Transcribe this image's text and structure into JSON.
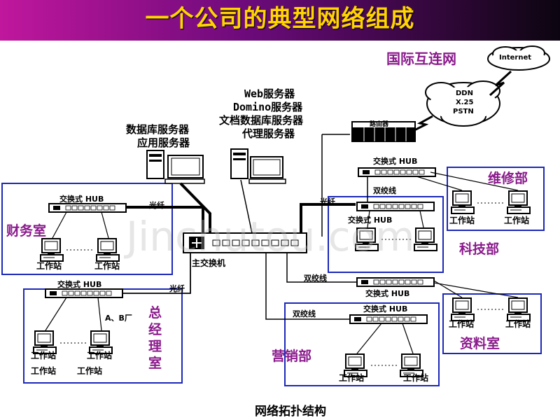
{
  "title": "一个公司的典型网络组成",
  "caption": "网络拓扑结构",
  "watermark": "Jinchutou.com",
  "internet": {
    "label": "国际互连网",
    "cloud_internet": "Internet",
    "cloud_ddn": [
      "DDN",
      "X.25",
      "PSTN"
    ],
    "router": "路由器"
  },
  "servers": {
    "db_app": [
      "数据库服务器",
      "应用服务器"
    ],
    "web_group": [
      "Web服务器",
      "Domino服务器",
      "文档数据库服务器",
      "代理服务器"
    ]
  },
  "main_switch": "主交换机",
  "hub_label": "交换式 HUB",
  "workstation": "工作站",
  "links": {
    "fiber": "光纤",
    "twisted_pair": "双绞线"
  },
  "departments": {
    "finance": "财务室",
    "maintenance": "维修部",
    "tech": "科技部",
    "gm": [
      "总",
      "经",
      "理",
      "室"
    ],
    "gm_note": "A、B厂",
    "data": "资料室",
    "sales": "营销部"
  },
  "colors": {
    "title_text": "#ffd400",
    "dept_text": "#8a1a8c",
    "box_border": "#1c28b8"
  }
}
